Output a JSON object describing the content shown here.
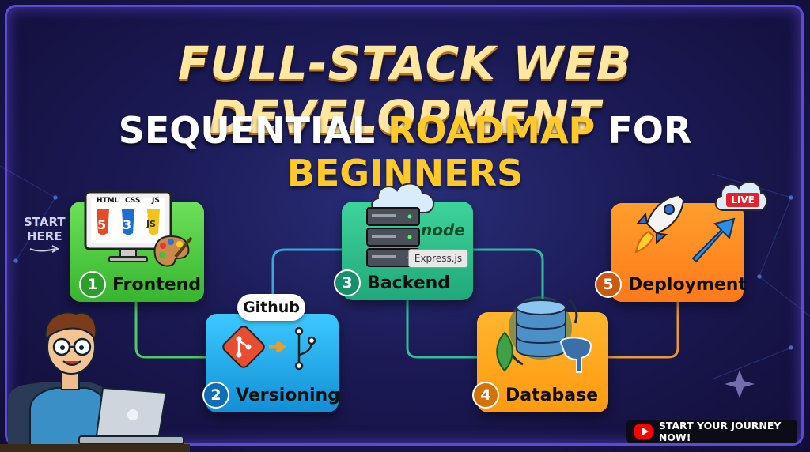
{
  "title": {
    "line1": "FULL-STACK WEB DEVELOPMENT",
    "line2_a": "SEQUENTIAL ",
    "line2_b": "ROADMAP",
    "line2_c": " FOR ",
    "line2_d": "BEGINNERS"
  },
  "start_here": {
    "line1": "START",
    "line2": "HERE"
  },
  "steps": [
    {
      "number": "1",
      "label": "Frontend",
      "color": "#3fc43c"
    },
    {
      "number": "2",
      "label": "Versioning",
      "color": "#19a6e6"
    },
    {
      "number": "3",
      "label": "Backend",
      "color": "#2fbf8a"
    },
    {
      "number": "4",
      "label": "Database",
      "color": "#ff9e12"
    },
    {
      "number": "5",
      "label": "Deployment",
      "color": "#ff8a1a"
    }
  ],
  "tech_tags": {
    "html": "HTML",
    "css": "CSS",
    "js": "JS",
    "html_badge": "5",
    "css_badge": "3",
    "js_badge": "JS",
    "github": "Github",
    "node": "node",
    "express": "Express.js",
    "live": "LIVE"
  },
  "cta": {
    "label": "START YOUR JOURNEY NOW!"
  },
  "icons": [
    "monitor-icon",
    "palette-icon",
    "git-icon",
    "branch-icon",
    "server-icon",
    "cloud-icon",
    "database-icon",
    "elephant-icon",
    "leaf-icon",
    "rocket-icon",
    "arrow-up-icon",
    "youtube-icon",
    "person-illustration",
    "laptop-icon"
  ]
}
